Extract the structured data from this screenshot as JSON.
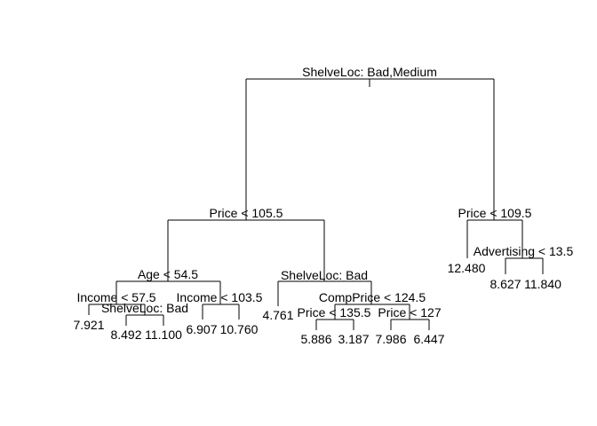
{
  "tree": {
    "splits": {
      "root": "ShelveLoc: Bad,Medium",
      "price_left": "Price < 105.5",
      "price_right": "Price < 109.5",
      "age": "Age < 54.5",
      "shelveloc_bad": "ShelveLoc: Bad",
      "advertising": "Advertising < 13.5",
      "income_57": "Income < 57.5",
      "income_103": "Income < 103.5",
      "comp_price": "CompPrice < 124.5",
      "shelveloc_bad_2": "ShelveLoc: Bad",
      "price_135": "Price < 135.5",
      "price_127": "Price < 127"
    },
    "leaves": {
      "l_12480": "12.480",
      "l_8627": "8.627",
      "l_11840": "11.840",
      "l_4761": "4.761",
      "l_7921": "7.921",
      "l_8492": "8.492",
      "l_11100": "11.100",
      "l_6907": "6.907",
      "l_10760": "10.760",
      "l_5886": "5.886",
      "l_3187": "3.187",
      "l_7986": "7.986",
      "l_6447": "6.447"
    }
  }
}
